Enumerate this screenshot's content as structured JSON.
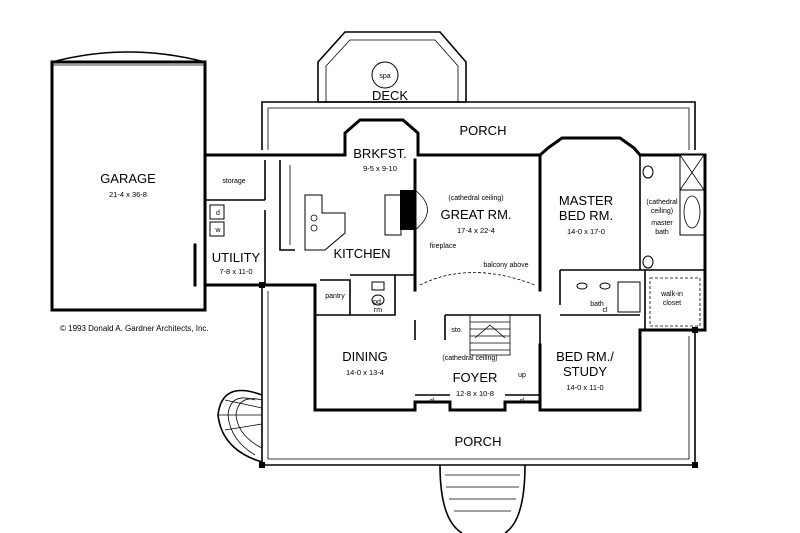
{
  "copyright": "© 1993 Donald A. Gardner Architects, Inc.",
  "rooms": {
    "garage": {
      "name": "GARAGE",
      "dims": "21-4 x 36-8"
    },
    "storage": {
      "name": "storage"
    },
    "utility": {
      "name": "UTILITY",
      "dims": "7-8 x 11-0"
    },
    "brkfst": {
      "name": "BRKFST.",
      "dims": "9-5 x 9-10"
    },
    "kitchen": {
      "name": "KITCHEN"
    },
    "pantry": {
      "name": "pantry"
    },
    "pd_rm": {
      "name": "pd.",
      "name2": "rm"
    },
    "great_rm": {
      "note": "(cathedral ceiling)",
      "name": "GREAT RM.",
      "dims": "17-4 x 22-4"
    },
    "fireplace": {
      "name": "fireplace"
    },
    "balcony": {
      "name": "balcony above"
    },
    "master_bed": {
      "name": "MASTER",
      "name2": "BED RM.",
      "dims": "14-0 x 17-0"
    },
    "master_bath": {
      "note": "(cathedral",
      "note2": "ceiling)",
      "name": "master",
      "name2": "bath"
    },
    "bath": {
      "name": "bath"
    },
    "walk_in": {
      "name": "walk-in",
      "name2": "closet"
    },
    "dining": {
      "name": "DINING",
      "dims": "14-0 x 13-4"
    },
    "foyer": {
      "note": "(cathedral ceiling)",
      "name": "FOYER",
      "dims": "12-8 x 10-8"
    },
    "bed_study": {
      "name": "BED RM./",
      "name2": "STUDY",
      "dims": "14-0 x 11-0"
    },
    "spa": {
      "name": "spa"
    },
    "deck": {
      "name": "DECK"
    },
    "porch_rear": {
      "name": "PORCH"
    },
    "porch_front": {
      "name": "PORCH"
    }
  },
  "small_labels": {
    "closet": "cl",
    "storage_abbr": "sto.",
    "stair_up": "up",
    "dryer": "d",
    "washer": "w"
  }
}
